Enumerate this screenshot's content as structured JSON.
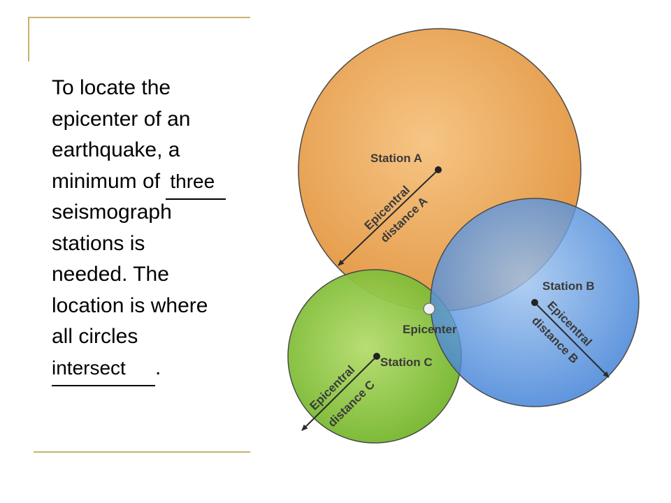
{
  "text": {
    "line1": "To locate the",
    "line2": "epicenter of an",
    "line3": "earthquake, a",
    "line4_prefix": "minimum of ",
    "blank1": "three",
    "line5": "seismograph",
    "line6": "stations is",
    "line7": "needed. The",
    "line8": "location is where",
    "line9": "all circles",
    "blank2": "intersect",
    "line10_suffix": "."
  },
  "diagram": {
    "station_a": "Station A",
    "station_b": "Station B",
    "station_c": "Station C",
    "epicenter": "Epicenter",
    "dist_a_1": "Epicentral",
    "dist_a_2": "distance A",
    "dist_b_1": "Epicentral",
    "dist_b_2": "distance B",
    "dist_c_1": "Epicentral",
    "dist_c_2": "distance C"
  },
  "colors": {
    "circle_a": "#eeab5f",
    "circle_b": "#5f99e0",
    "circle_c": "#8ccc3c",
    "frame": "#c9b26a"
  }
}
